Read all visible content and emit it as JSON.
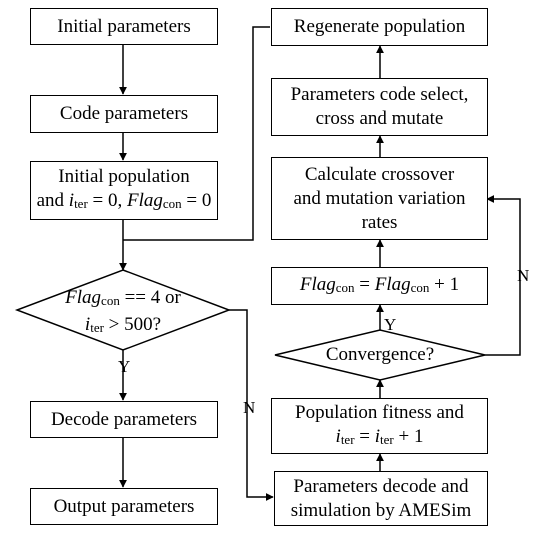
{
  "nodes": {
    "initial_params": "Initial parameters",
    "code_params": "Code parameters",
    "init_pop": {
      "line1": "Initial population",
      "and": "and ",
      "iter_var": "i",
      "iter_sub": "ter",
      "iter_eq": " = 0, ",
      "flag_var": "Flag",
      "flag_sub": "con",
      "flag_eq": " = 0"
    },
    "decision": {
      "flag_var": "Flag",
      "flag_sub": "con",
      "cond1": " == 4 or",
      "iter_var": "i",
      "iter_sub": "ter",
      "cond2": " > 500?"
    },
    "decode_params": "Decode parameters",
    "output_params": "Output parameters",
    "regen_pop": "Regenerate population",
    "select_cross": {
      "line1": "Parameters code select,",
      "line2": "cross and mutate"
    },
    "calc_rates": {
      "line1": "Calculate crossover",
      "line2": "and mutation variation",
      "line3": "rates"
    },
    "flag_inc": {
      "var": "Flag",
      "sub": "con",
      "eq": " = ",
      "var2": "Flag",
      "sub2": "con",
      "tail": " + 1"
    },
    "convergence": "Convergence?",
    "fitness": {
      "line1": "Population fitness and",
      "var": "i",
      "sub": "ter",
      "eq": " = ",
      "var2": "i",
      "sub2": "ter",
      "tail": " + 1"
    },
    "decode_sim": {
      "line1": "Parameters decode and",
      "line2": "simulation by AMESim"
    }
  },
  "edge_labels": {
    "decision_yes": "Y",
    "decision_no": "N",
    "convergence_yes": "Y",
    "convergence_no": "N"
  }
}
